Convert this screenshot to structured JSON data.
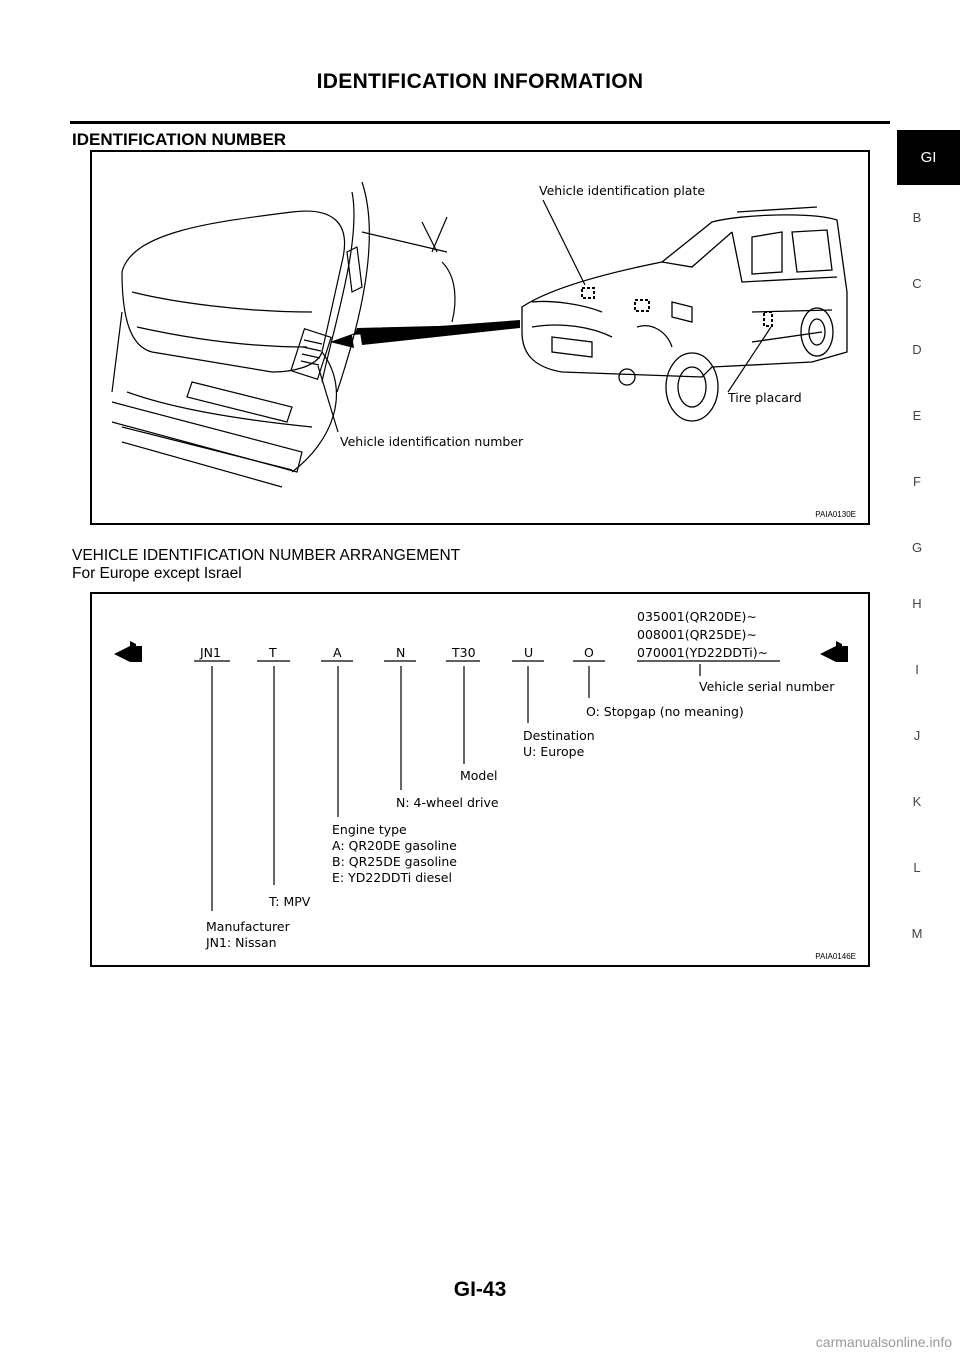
{
  "header": {
    "title": "IDENTIFICATION INFORMATION"
  },
  "section": {
    "title": "IDENTIFICATION NUMBER"
  },
  "figure1": {
    "labels": {
      "plate": "Vehicle identification plate",
      "placard": "Tire placard",
      "vin": "Vehicle identification number"
    },
    "code": "PAIA0130E"
  },
  "vin_arrangement": {
    "heading": "VEHICLE IDENTIFICATION NUMBER ARRANGEMENT",
    "subheading": "For Europe except Israel"
  },
  "figure2": {
    "positions": [
      "JN1",
      "T",
      "A",
      "N",
      "T30",
      "U",
      "O"
    ],
    "serial_lines": [
      "035001(QR20DE)∼",
      "008001(QR25DE)∼",
      "070001(YD22DDTi)∼"
    ],
    "serial_label": "Vehicle serial number",
    "stopgap": "O: Stopgap (no meaning)",
    "destination": [
      "Destination",
      "U: Europe"
    ],
    "model": "Model",
    "drive": "N: 4-wheel drive",
    "engine": [
      "Engine type",
      "A: QR20DE gasoline",
      "B: QR25DE gasoline",
      "E: YD22DDTi diesel"
    ],
    "body": "T: MPV",
    "manufacturer": [
      "Manufacturer",
      "JN1: Nissan"
    ],
    "code": "PAIA0146E"
  },
  "side_tabs": {
    "active": "GI",
    "letters": [
      "B",
      "C",
      "D",
      "E",
      "F",
      "G",
      "H",
      "I",
      "J",
      "K",
      "L",
      "M"
    ]
  },
  "footer": {
    "page": "GI-43",
    "watermark": "carmanualsonline.info"
  }
}
